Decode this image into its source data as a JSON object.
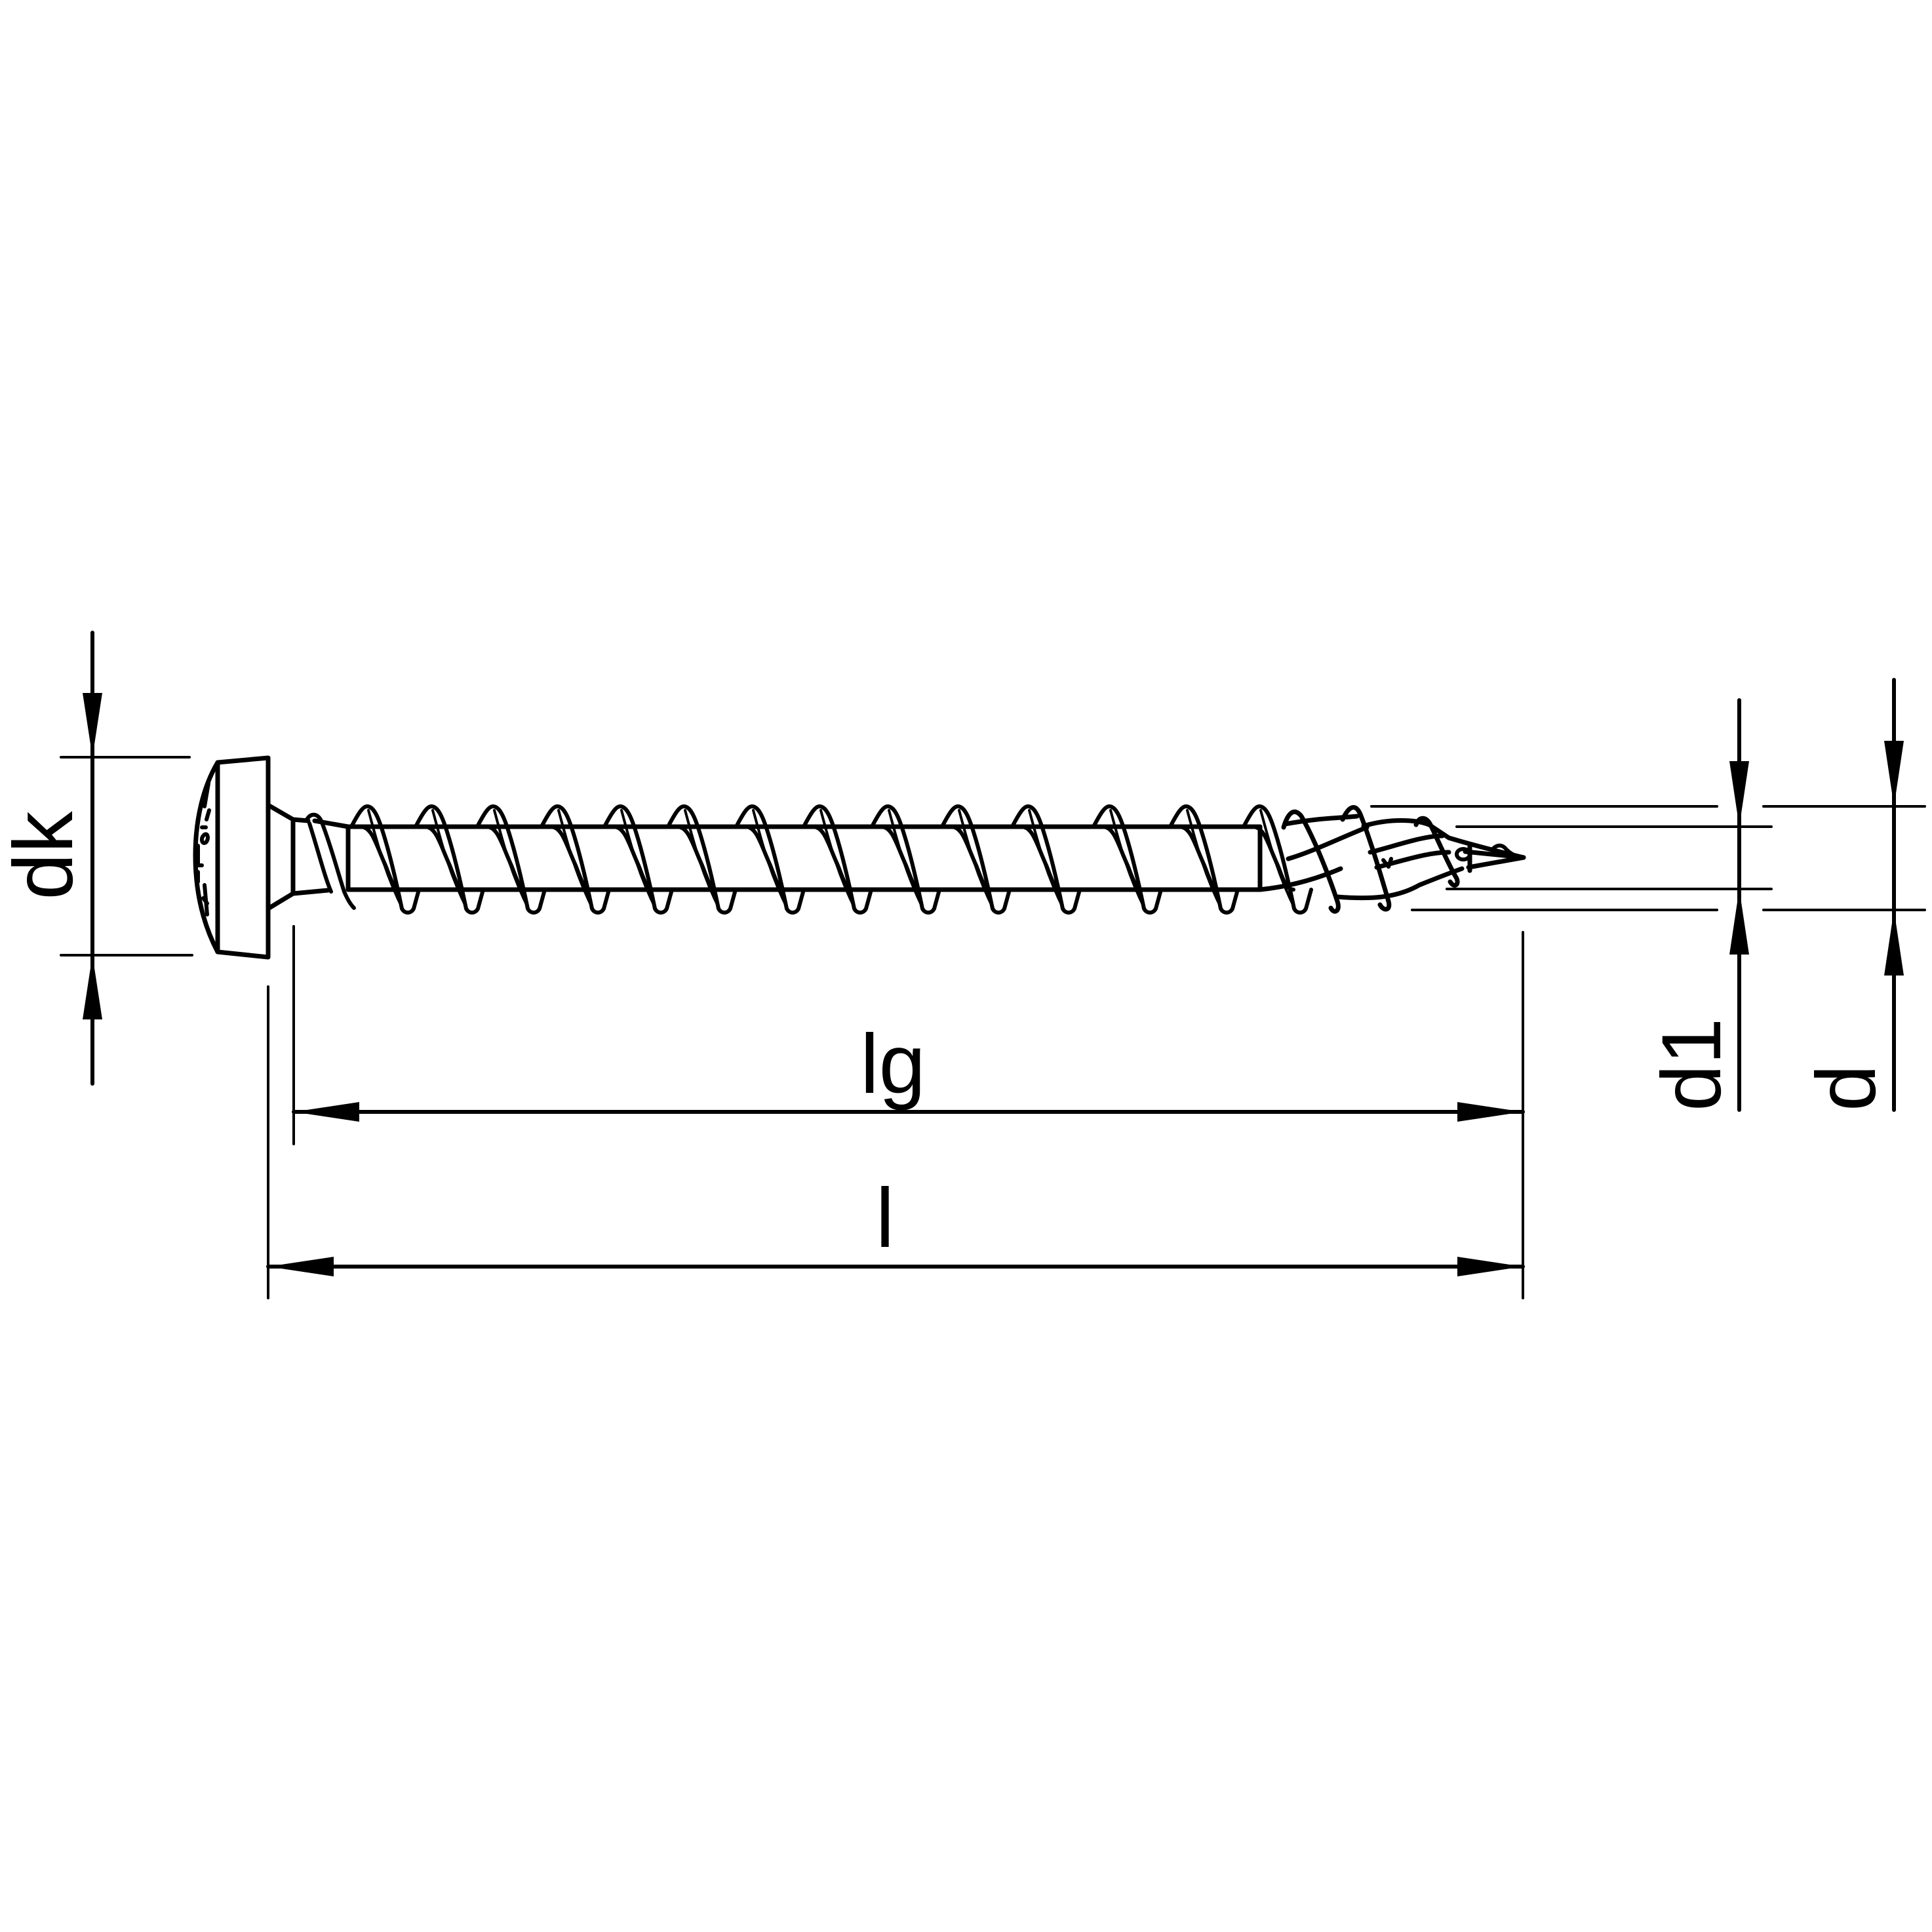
{
  "drawing": {
    "subject": "Pan head wood screw with partial thread and drill tip",
    "colors": {
      "background": "#ffffff",
      "line": "#000000"
    }
  },
  "dimensions": {
    "dk": {
      "label": "dk",
      "description": "head diameter"
    },
    "lg": {
      "label": "lg",
      "description": "thread length"
    },
    "l": {
      "label": "l",
      "description": "overall length"
    },
    "d1": {
      "label": "d1",
      "description": "core diameter"
    },
    "d": {
      "label": "d",
      "description": "thread diameter"
    }
  }
}
